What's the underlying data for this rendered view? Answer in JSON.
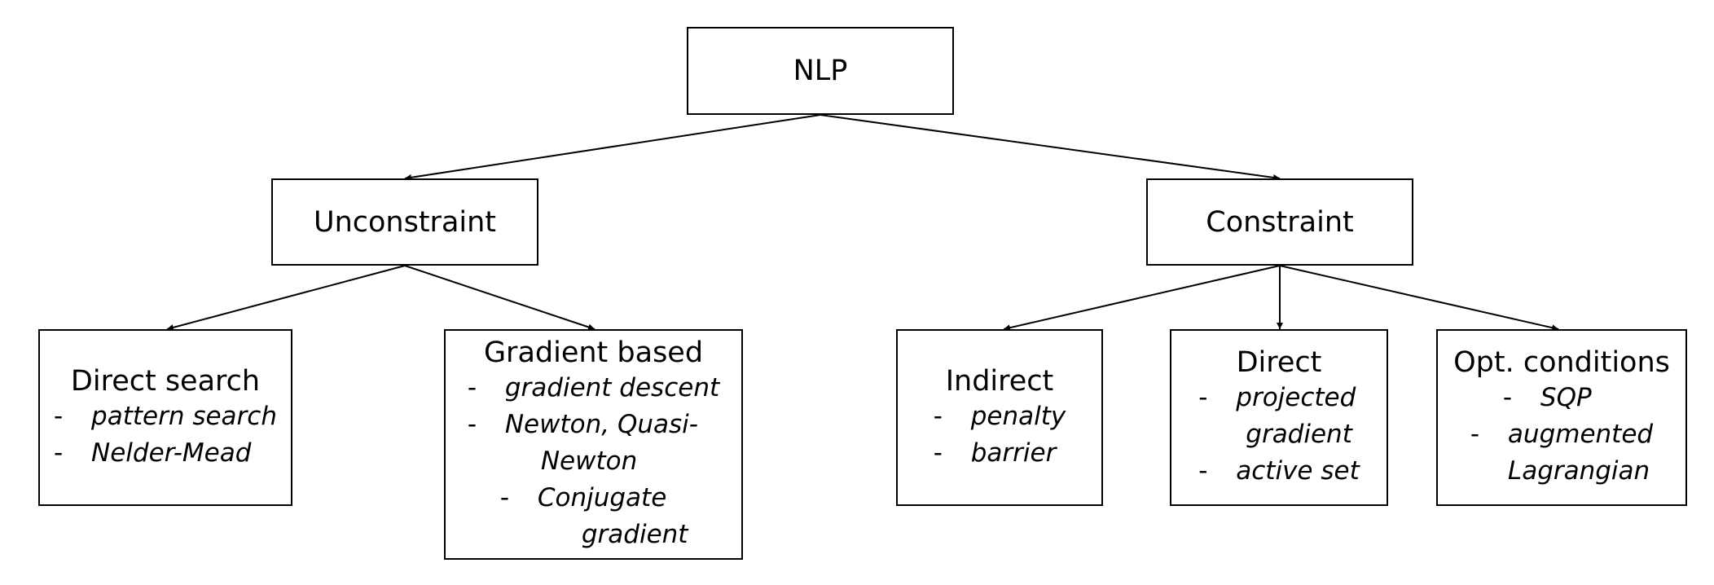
{
  "diagram": {
    "root": {
      "title": "NLP"
    },
    "unconstrained": {
      "title": "Unconstraint"
    },
    "constrained": {
      "title": "Constraint"
    },
    "direct_search": {
      "title": "Direct search",
      "items": [
        "pattern search",
        "Nelder-Mead"
      ]
    },
    "gradient_based": {
      "title": "Gradient based",
      "items": [
        "gradient descent",
        "Newton, Quasi-",
        "Newton",
        "Conjugate",
        "gradient"
      ]
    },
    "indirect": {
      "title": "Indirect",
      "items": [
        "penalty",
        "barrier"
      ]
    },
    "direct": {
      "title": "Direct",
      "items": [
        "projected",
        "gradient",
        "active set"
      ]
    },
    "opt_conditions": {
      "title": "Opt. conditions",
      "items": [
        "SQP",
        "augmented",
        "Lagrangian"
      ]
    },
    "list_marker": "-"
  }
}
